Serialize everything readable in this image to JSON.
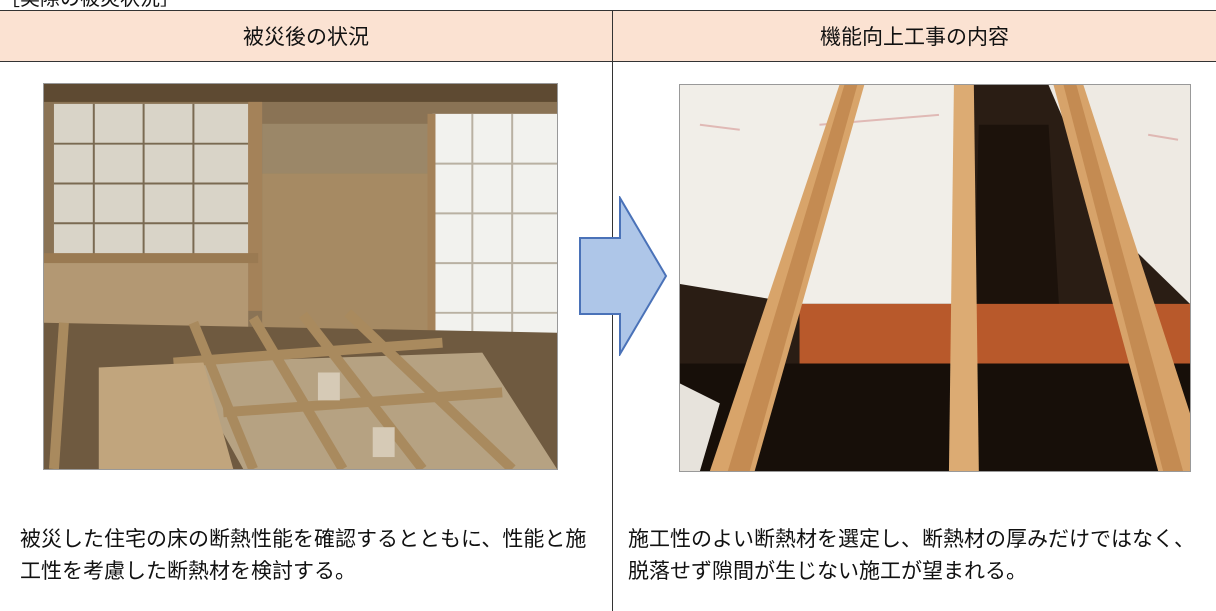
{
  "section_label": "［実際の被災状況］",
  "headers": {
    "left": "被災後の状況",
    "right": "機能向上工事の内容"
  },
  "descriptions": {
    "left": "被災した住宅の床の断熱性能を確認するとともに、性能と施工性を考慮した断熱材を検討する。",
    "right": "施工性のよい断熱材を選定し、断熱材の厚みだけではなく、脱落せず隙間が生じない施工が望まれる。"
  },
  "colors": {
    "header_bg": "#fbe2d2",
    "arrow_fill": "#aec6e8",
    "arrow_stroke": "#4a72b8"
  },
  "icons": {
    "arrow": "right-arrow-icon"
  }
}
